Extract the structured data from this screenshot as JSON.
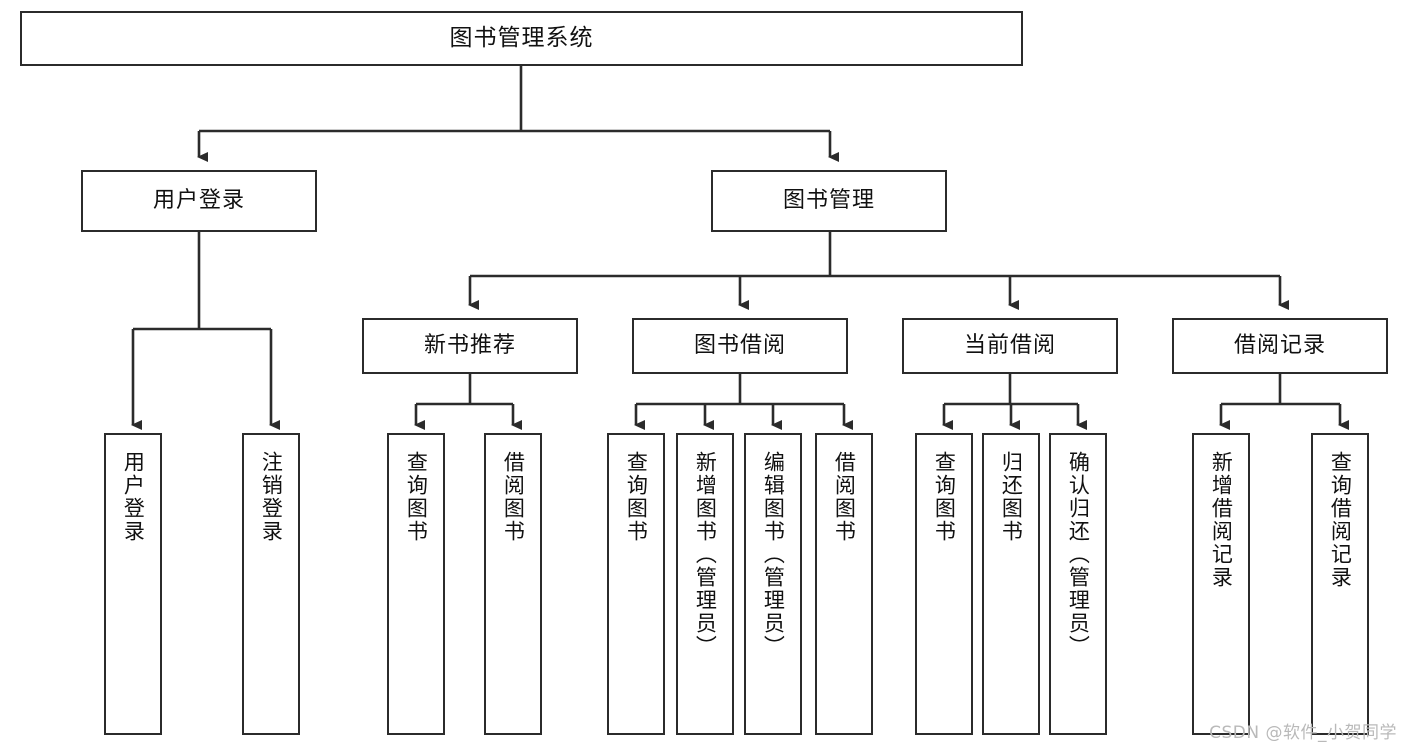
{
  "diagram": {
    "type": "tree",
    "title": "图书管理系统",
    "root": {
      "label": "图书管理系统"
    },
    "level2": [
      {
        "label": "用户登录"
      },
      {
        "label": "图书管理"
      }
    ],
    "level3": [
      {
        "label": "新书推荐"
      },
      {
        "label": "图书借阅"
      },
      {
        "label": "当前借阅"
      },
      {
        "label": "借阅记录"
      }
    ],
    "leaves_user_login": [
      {
        "label": "用户登录"
      },
      {
        "label": "注销登录"
      }
    ],
    "leaves_new_book": [
      {
        "label": "查询图书"
      },
      {
        "label": "借阅图书"
      }
    ],
    "leaves_borrow": [
      {
        "label": "查询图书"
      },
      {
        "label": "新增图书（管理员）"
      },
      {
        "label": "编辑图书（管理员）"
      },
      {
        "label": "借阅图书"
      }
    ],
    "leaves_current": [
      {
        "label": "查询图书"
      },
      {
        "label": "归还图书"
      },
      {
        "label": "确认归还（管理员）"
      }
    ],
    "leaves_record": [
      {
        "label": "新增借阅记录"
      },
      {
        "label": "查询借阅记录"
      }
    ]
  },
  "watermark": {
    "text": "CSDN @软件_小贺同学"
  },
  "colors": {
    "box_border": "#2b2b2b",
    "background": "#ffffff",
    "line": "#2b2b2b",
    "watermark": "#b9b9b9"
  }
}
